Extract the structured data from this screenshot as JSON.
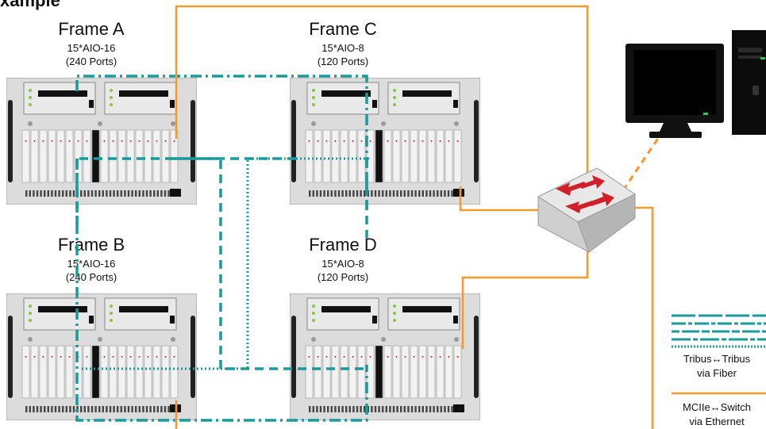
{
  "heading": "xample",
  "frames": [
    {
      "title": "Frame A",
      "model": "15*AIO-16",
      "ports": "(240 Ports)"
    },
    {
      "title": "Frame B",
      "model": "15*AIO-16",
      "ports": "(240 Ports)"
    },
    {
      "title": "Frame C",
      "model": "15*AIO-8",
      "ports": "(120 Ports)"
    },
    {
      "title": "Frame D",
      "model": "15*AIO-8",
      "ports": "(120 Ports)"
    }
  ],
  "legend": {
    "fiber_line1": "Tribus↔Tribus",
    "fiber_line2": "via Fiber",
    "ethernet_line1": "MCIIe↔Switch",
    "ethernet_line2": "via Ethernet"
  },
  "colors": {
    "fiber": "#1a9a9a",
    "ethernet": "#f39a2a",
    "rack": "#dcdcdc",
    "rack_dark": "#111111",
    "switch_arrow": "#d0202a"
  },
  "icons": [
    "rack-chassis-icon",
    "network-switch-icon",
    "computer-monitor-icon",
    "computer-tower-icon"
  ]
}
